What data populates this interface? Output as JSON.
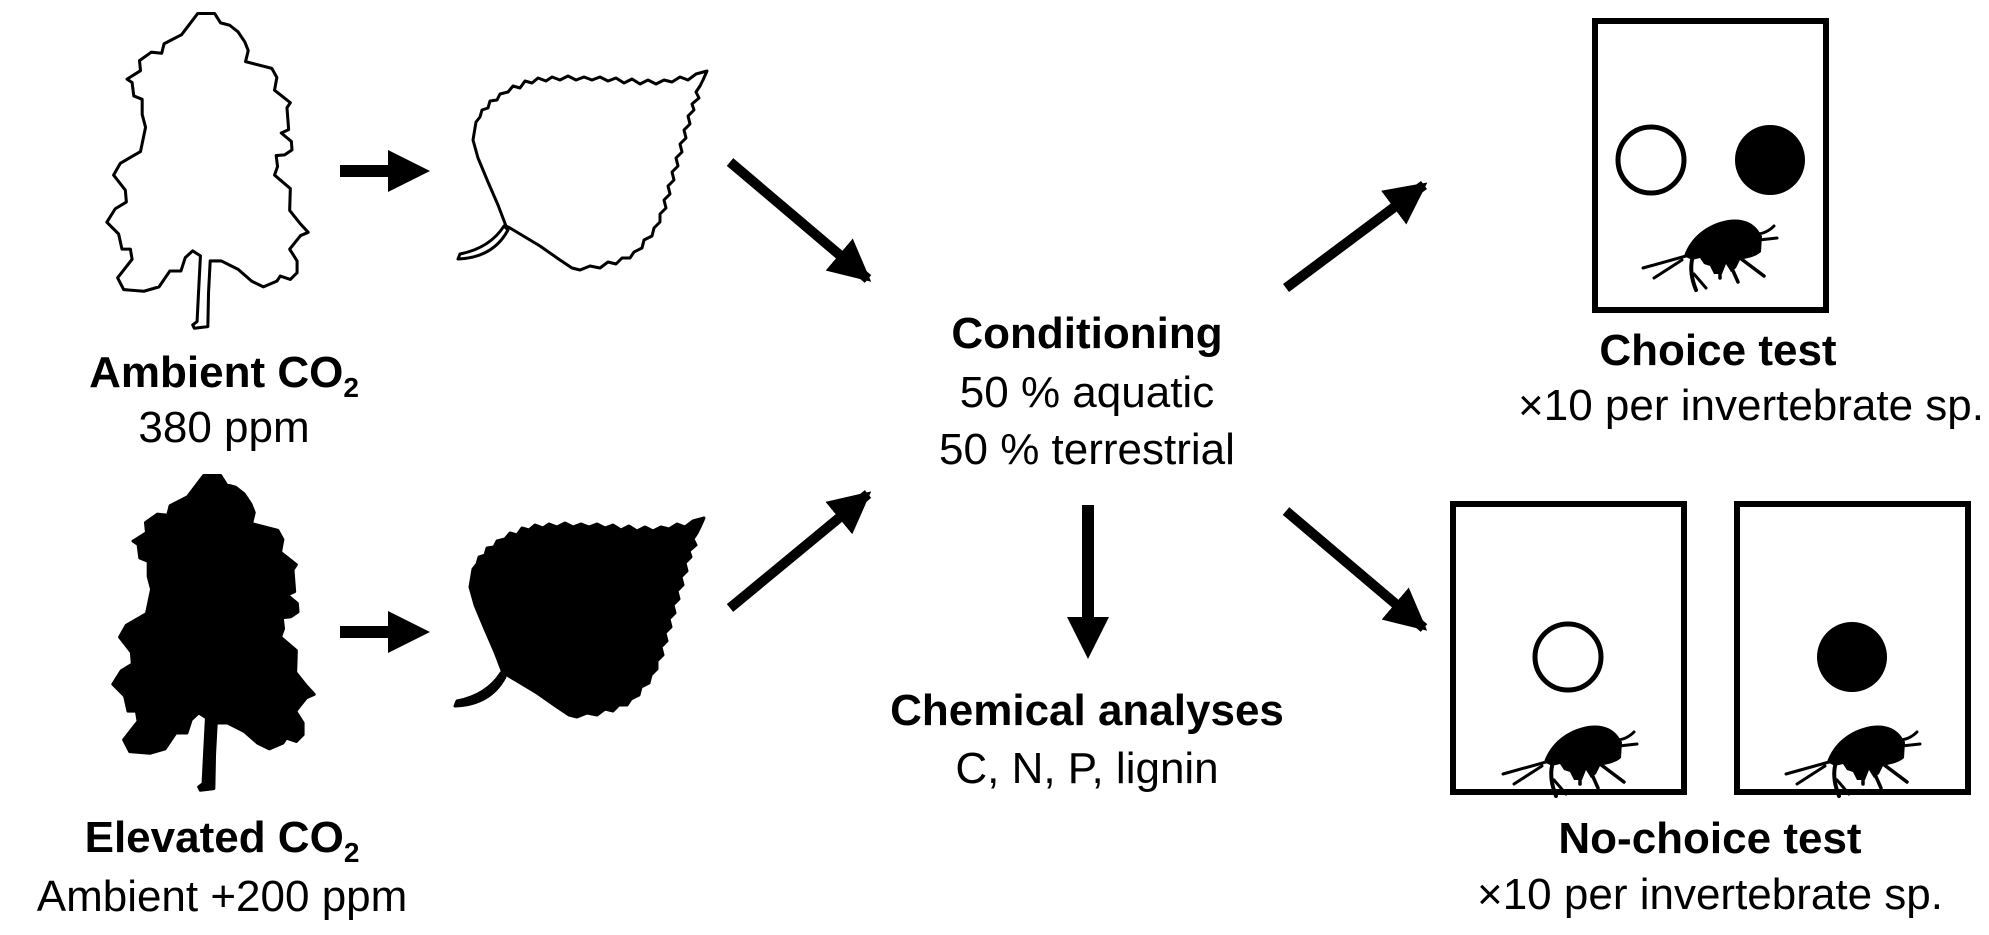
{
  "colors": {
    "ink": "#000000",
    "background": "#ffffff"
  },
  "treatments": {
    "ambient": {
      "title": "Ambient CO",
      "subscript": "2",
      "detail": "380 ppm",
      "tree_icon": "tree-outline-icon",
      "leaf_icon": "leaf-outline-icon"
    },
    "elevated": {
      "title": "Elevated CO",
      "subscript": "2",
      "detail": "Ambient +200 ppm",
      "tree_icon": "tree-filled-icon",
      "leaf_icon": "leaf-filled-icon"
    }
  },
  "conditioning": {
    "title": "Conditioning",
    "line1": "50 % aquatic",
    "line2": "50 % terrestrial"
  },
  "chemical": {
    "title": "Chemical analyses",
    "detail": "C, N, P, lignin"
  },
  "choice_test": {
    "title": "Choice test",
    "detail": "×10 per invertebrate sp.",
    "items": [
      "open-circle (ambient litter)",
      "filled-circle (elevated litter)",
      "invertebrate"
    ]
  },
  "no_choice_test": {
    "title": "No-choice test",
    "detail": "×10 per invertebrate sp.",
    "boxes": [
      {
        "item": "open-circle (ambient litter)"
      },
      {
        "item": "filled-circle (elevated litter)"
      }
    ]
  }
}
